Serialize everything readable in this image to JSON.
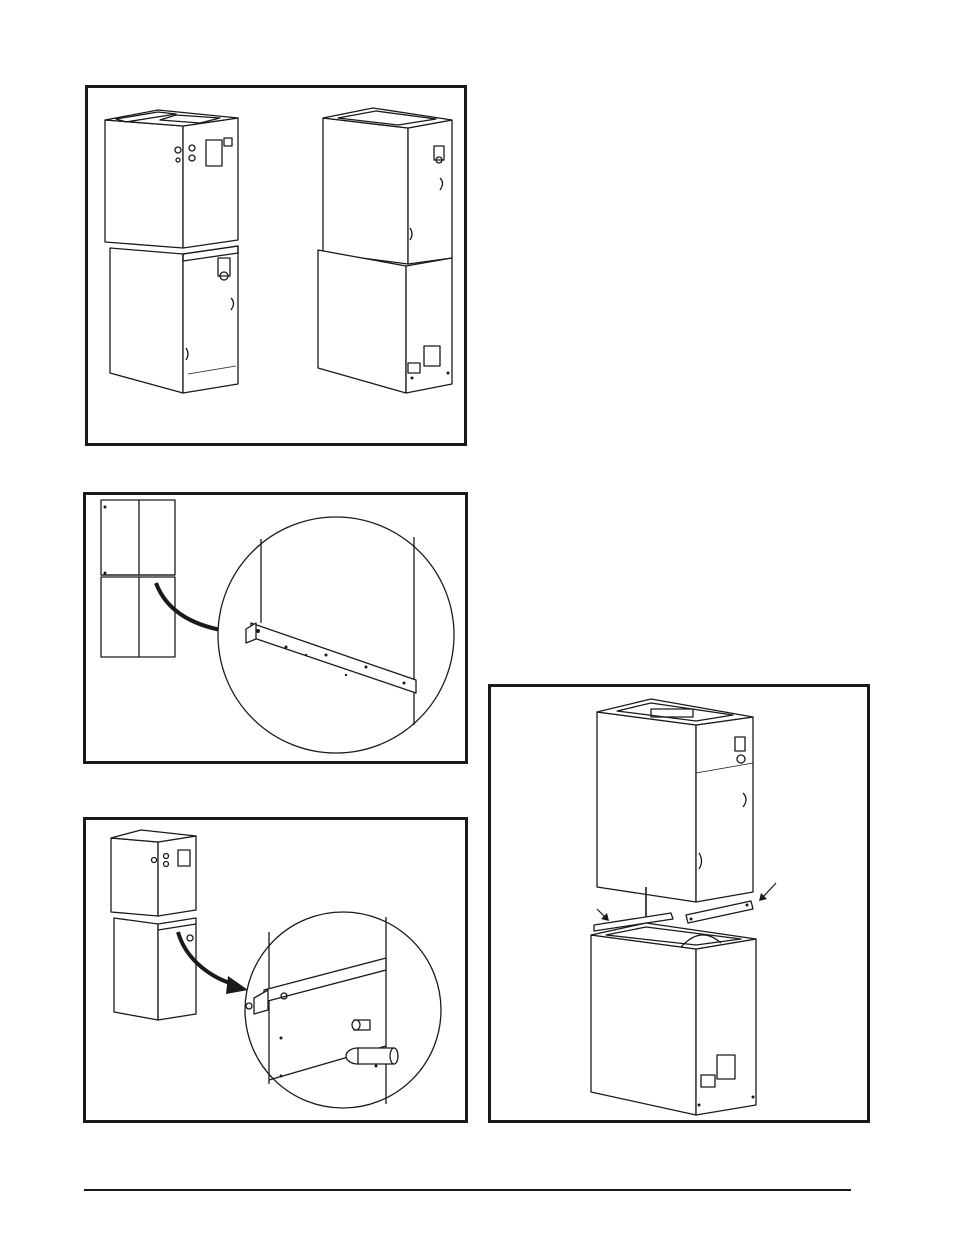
{
  "page": {
    "figures": [
      {
        "id": "fig-1",
        "depicts": "two-air-handler-units-front-and-rear"
      },
      {
        "id": "fig-2",
        "depicts": "unit-with-magnified-bracket-detail"
      },
      {
        "id": "fig-3",
        "depicts": "unit-with-magnified-bracket-and-pipe-detail"
      },
      {
        "id": "fig-4",
        "depicts": "upper-section-lowered-onto-lower-section"
      }
    ],
    "colors": {
      "line": "#1a1a1a",
      "paper": "#ffffff"
    },
    "icons": [
      "curved-arrow-icon",
      "down-arrow-icon",
      "pointer-arrow-icon"
    ]
  }
}
